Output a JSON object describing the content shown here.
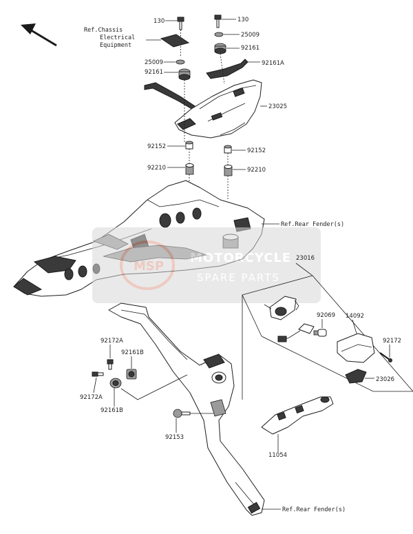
{
  "diagram": {
    "refs": {
      "chassis_line1": "Ref.Chassis",
      "chassis_line2": "Electrical",
      "chassis_line3": "Equipment",
      "rear_fender_top": "Ref.Rear Fender(s)",
      "rear_fender_bottom": "Ref.Rear Fender(s)"
    },
    "part_numbers": {
      "p130_left": "130",
      "p130_right": "130",
      "p25009_right": "25009",
      "p25009_left": "25009",
      "p92161_right": "92161",
      "p92161_left": "92161",
      "p92161A": "92161A",
      "p23025": "23025",
      "p92152_left": "92152",
      "p92152_right": "92152",
      "p92210_left": "92210",
      "p92210_right": "92210",
      "p23016": "23016",
      "p92069": "92069",
      "p14092": "14092",
      "p92172": "92172",
      "p23026": "23026",
      "p92172A_top": "92172A",
      "p92161B_top": "92161B",
      "p92172A_bottom": "92172A",
      "p92161B_bottom": "92161B",
      "p92153": "92153",
      "p11054": "11054"
    },
    "watermark": {
      "line1": "MOTORCYCLE",
      "line2": "SPARE PARTS",
      "badge": "MSP",
      "color": "#c8c8c8",
      "accent": "#e0a090"
    },
    "icons": {
      "direction": "arrow-up-left-icon"
    }
  }
}
